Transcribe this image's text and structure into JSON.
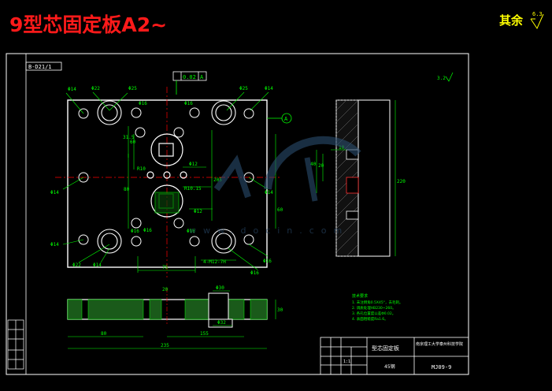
{
  "header": {
    "title": "9型芯固定板A2~",
    "rest_label": "其余",
    "roughness_value": "6.3"
  },
  "colors": {
    "background": "#000000",
    "title": "#ff1a1a",
    "frame": "#ffffff",
    "geometry": "#ffffff",
    "dimension": "#00ff00",
    "center": "#ff0000",
    "yellow": "#ffff00",
    "watermark": "#2b4d6e"
  },
  "frame": {
    "tag_label": "B-D21/1"
  },
  "views": {
    "tolerance_value": "0.02",
    "tolerance_ref": "A",
    "datum_label": "A",
    "corner_roughness": "3.2",
    "dimension_labels": [
      "Φ14",
      "Φ22",
      "Φ25",
      "Φ16",
      "Φ16",
      "Φ25",
      "Φ14",
      "Φ14",
      "Φ14",
      "Φ14",
      "Φ16",
      "Φ16",
      "Φ22",
      "Φ14",
      "31.5",
      "60",
      "205",
      "60",
      "80",
      "R10",
      "R10.15",
      "Φ12",
      "Φ12",
      "75",
      "4-M12-7H",
      "Φ16",
      "Φ16",
      "Φ16",
      "Φ30",
      "20",
      "Φ32",
      "80",
      "155",
      "235",
      "30",
      "10",
      "40",
      "20",
      "220"
    ]
  },
  "notes": {
    "title": "技术要求",
    "lines": [
      "1. 未注倒角0.5X45°，去毛刺。",
      "2. 调质处理HB230~260。",
      "3. 各孔位置度公差Φ0.02。",
      "4. 表面粗糙度Ra1.6。"
    ]
  },
  "title_block": {
    "part_name": "型芯固定板",
    "school": "南京理工大学泰州科技学院",
    "material": "45钢",
    "drawing_no": "MJ09-9",
    "scale": "1:1"
  },
  "watermark": {
    "text": "www.docin.com"
  }
}
